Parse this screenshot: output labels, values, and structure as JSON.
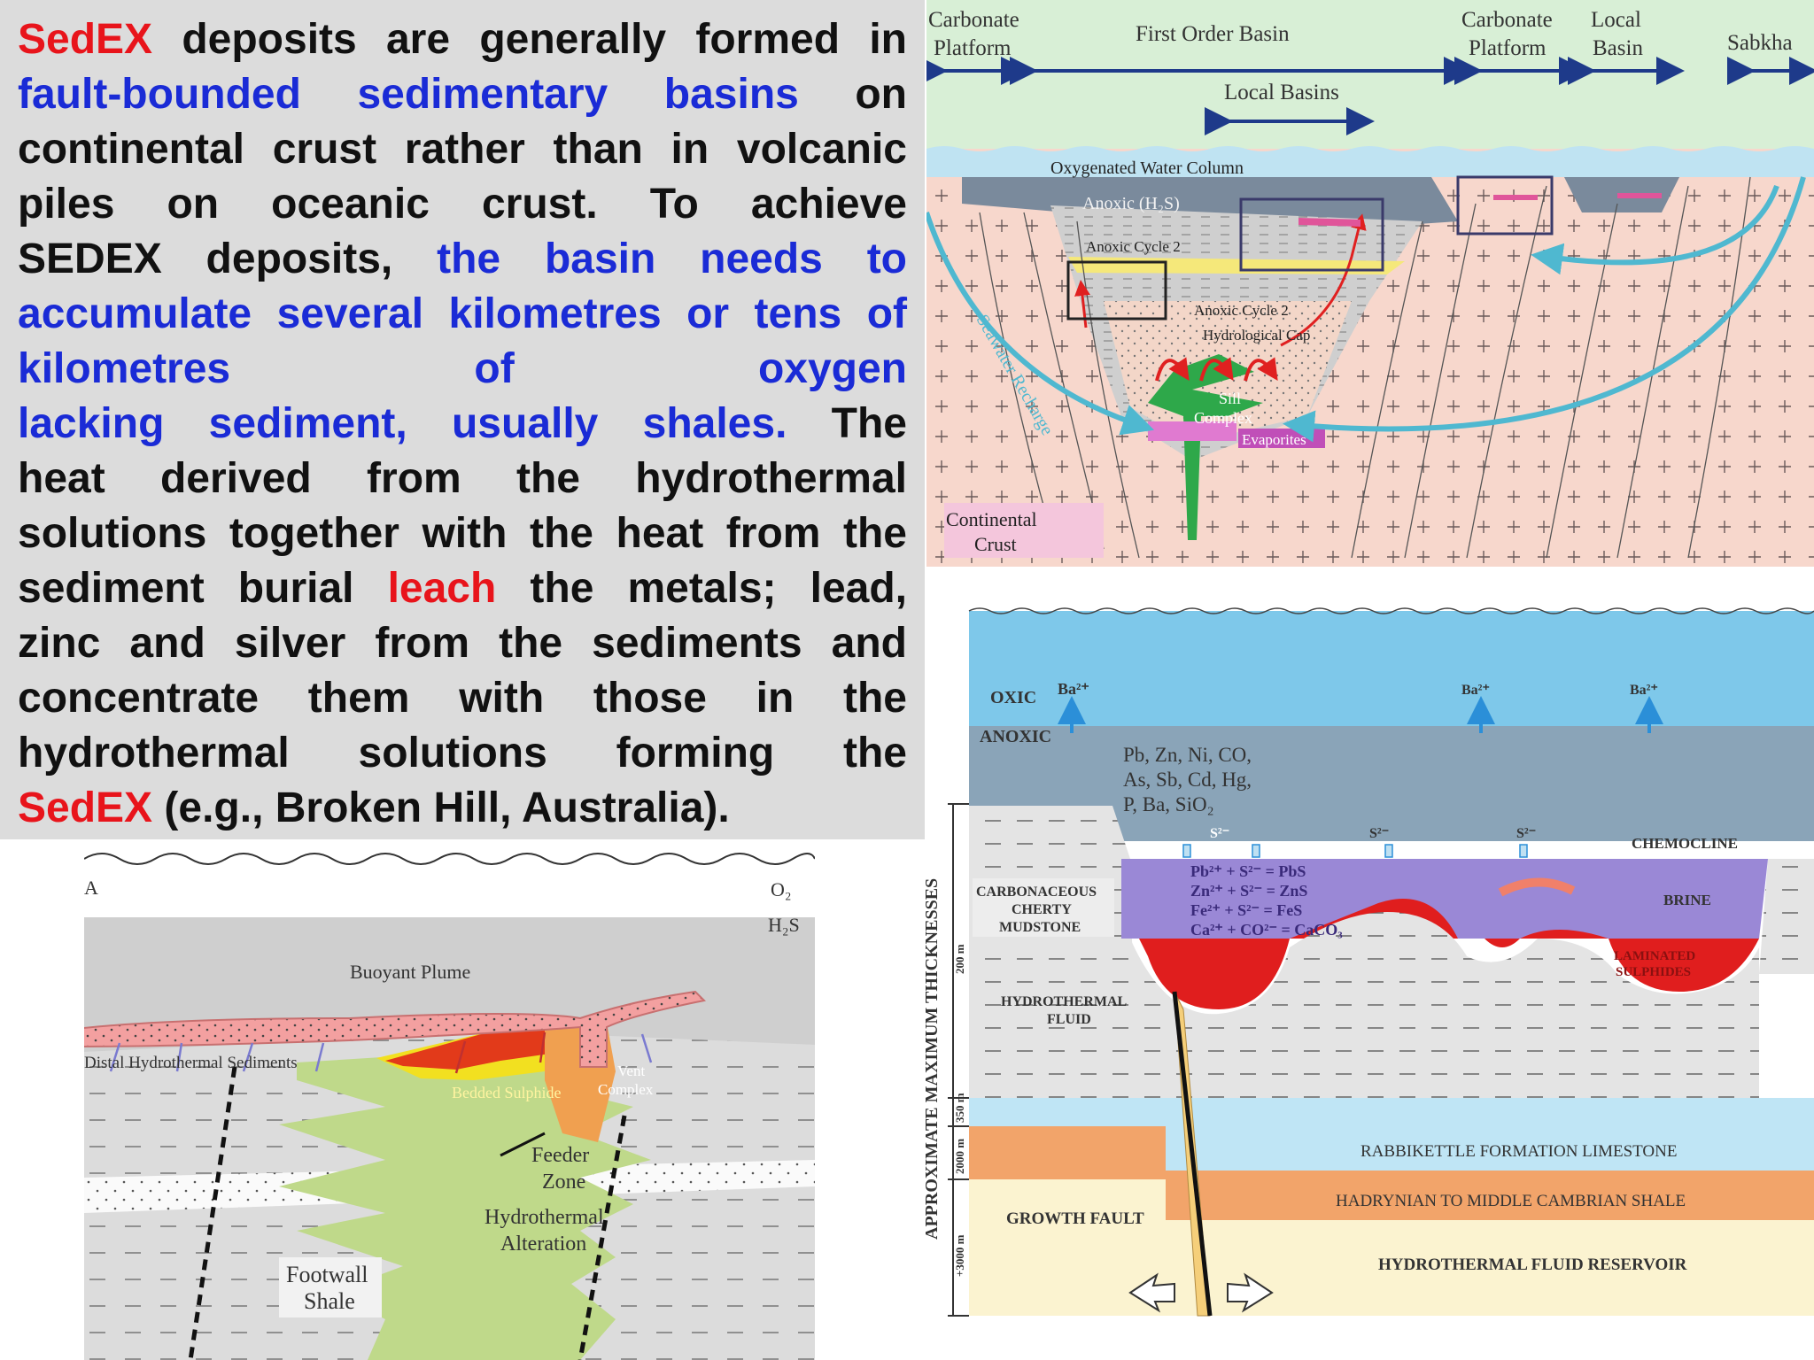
{
  "text_block": {
    "line1": [
      "SedEX",
      " deposits are generally formed in"
    ],
    "line2": [
      "fault-bounded sedimentary basins",
      " on"
    ],
    "line3": "continental crust rather than in volcanic",
    "line4": "piles on oceanic crust. To achieve",
    "line5": [
      "SEDEX deposits, ",
      "the basin needs to"
    ],
    "line6": "accumulate several kilometres or tens of",
    "line7": "kilometres of oxygen",
    "line8": [
      "lacking sediment, usually shales.",
      " The"
    ],
    "line9": "heat derived from the hydrothermal",
    "line10": "solutions together with the heat from the",
    "line11": [
      "sediment burial ",
      "leach",
      " the metals; lead,"
    ],
    "line12": "zinc and silver from the sediments and",
    "line13": "concentrate them with those in the",
    "line14": "hydrothermal solutions forming the",
    "line15": [
      "SedEX",
      " (e.g., Broken Hill, Australia)."
    ]
  },
  "colors": {
    "red": "#e8141b",
    "blue": "#1a2bd6",
    "text": "#111111",
    "box_bg": "#dcdcdc"
  },
  "diagram_top": {
    "labels": {
      "carbonate_platform_left": [
        "Carbonate",
        "Platform"
      ],
      "first_order_basin": "First Order Basin",
      "carbonate_platform_right": [
        "Carbonate",
        "Platform"
      ],
      "local_basin": [
        "Local",
        "Basin"
      ],
      "sabkha": "Sabkha",
      "local_basins": "Local Basins",
      "oxygenated_water": "Oxygenated Water Column",
      "anoxic": "Anoxic (H₂S)",
      "anoxic_cycle_2a": "Anoxic Cycle 2",
      "anoxic_cycle_2b": "Anoxic Cycle 2",
      "hydrological_cap": "Hydrological Cap",
      "seawater_recharge": "Seawater Recharge",
      "sill_complex": [
        "Sill",
        "Complex"
      ],
      "evaporites": "Evaporites",
      "continental_crust": [
        "Continental",
        "Crust"
      ]
    }
  },
  "diagram_bottom_left": {
    "labels": {
      "a": "A",
      "o2": "O₂",
      "h2s": "H₂S",
      "buoyant_plume": "Buoyant  Plume",
      "distal": "Distal  Hydrothermal  Sediments",
      "bedded_sulphide": "Bedded  Sulphide",
      "vent_complex": [
        "Vent",
        "Complex"
      ],
      "feeder_zone": [
        "Feeder",
        "Zone"
      ],
      "hydrothermal_alteration": [
        "Hydrothermal",
        "Alteration"
      ],
      "footwall_shale": [
        "Footwall",
        "Shale"
      ]
    }
  },
  "diagram_bottom_right": {
    "labels": {
      "oxic": "OXIC",
      "anoxic": "ANOXIC",
      "ba1": "Ba²⁺",
      "ba2": "Ba²⁺",
      "ba3": "Ba²⁺",
      "metals": [
        "Pb, Zn, Ni, CO,",
        "As, Sb, Cd, Hg,",
        "P, Ba, SiO₂"
      ],
      "s2_a": "S²⁻",
      "s2_b": "S²⁻",
      "s2_c": "S²⁻",
      "chemocline": "CHEMOCLINE",
      "reactions": [
        "Pb²⁺ + S²⁻ = PbS",
        "Zn²⁺ + S²⁻ = ZnS",
        "Fe²⁺ + S²⁻ = FeS",
        "Ca²⁺ + CO²⁻ = CaCO₃"
      ],
      "brine": "BRINE",
      "carbonaceous": [
        "CARBONACEOUS",
        "CHERTY",
        "MUDSTONE"
      ],
      "laminated": [
        "LAMINATED",
        "SULPHIDES"
      ],
      "hydrothermal_fluid": [
        "HYDROTHERMAL",
        "FLUID"
      ],
      "rabbikettle": "RABBIKETTLE FORMATION LIMESTONE",
      "hadrynian": "HADRYNIAN TO MIDDLE CAMBRIAN SHALE",
      "growth_fault": "GROWTH FAULT",
      "reservoir": "HYDROTHERMAL FLUID RESERVOIR",
      "axis_title": "APPROXIMATE MAXIMUM THICKNESSES",
      "t200": "200 m",
      "t350": "350 m",
      "t2000": "2000 m",
      "t3000": "+3000 m"
    }
  }
}
